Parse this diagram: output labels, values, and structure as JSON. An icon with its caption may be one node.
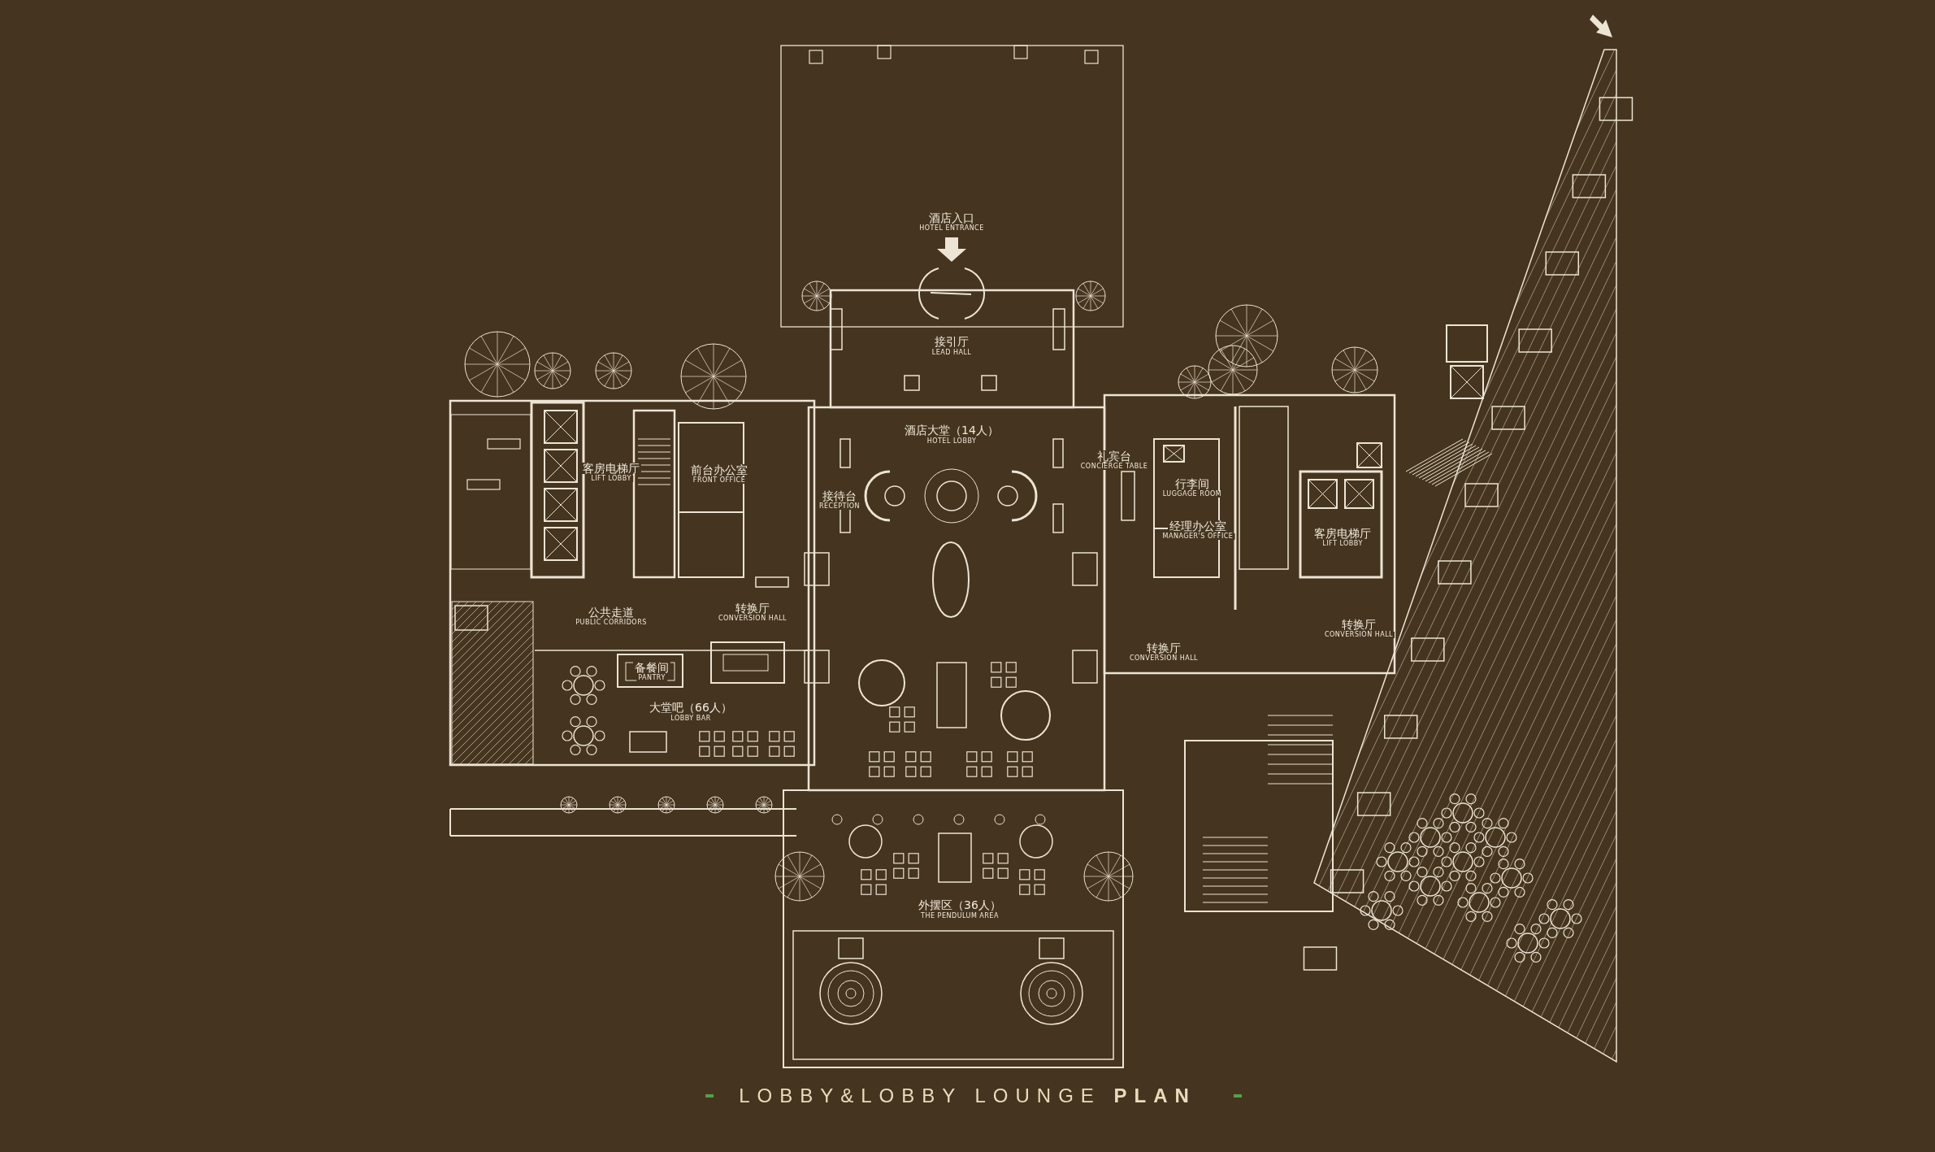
{
  "diagram": {
    "title": "LOBBY&LOBBY LOUNGE **PLAN**",
    "labels": [
      "酒店入口",
      "HOTEL ENTRANCE",
      "接引厅",
      "LEAD HALL",
      "酒店大堂（14人）",
      "HOTEL LOBBY",
      "接待台",
      "RECEPTION",
      "客房电梯厅",
      "LIFT LOBBY",
      "前台办公室",
      "FRONT OFFICE",
      "礼宾台",
      "CONCIERGE TABLE",
      "行李间",
      "LUGGAGE ROOM",
      "经理办公室",
      "MANAGER'S OFFICE",
      "客房电梯厅",
      "LIFT LOBBY",
      "公共走道",
      "PUBLIC CORRIDORS",
      "转换厅",
      "CONVERSION HALL",
      "转换厅",
      "CONVERSION HALL",
      "转换厅",
      "CONVERSION HALL",
      "备餐间",
      "PANTRY",
      "大堂吧（66人）",
      "LOBBY BAR",
      "外摆区（36人）",
      "THE PENDULUM AREA"
    ]
  }
}
